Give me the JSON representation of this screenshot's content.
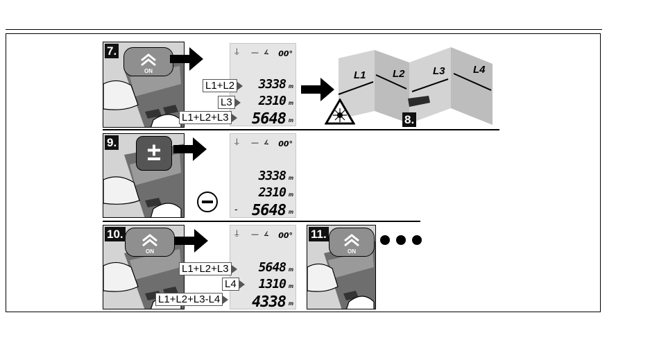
{
  "steps": {
    "s7": "7.",
    "s8": "8.",
    "s9": "9.",
    "s10": "10.",
    "s11": "11."
  },
  "buttons": {
    "on_label": "ON",
    "plus_minus": "±"
  },
  "display": {
    "unit": "m",
    "degree": "00°",
    "row1": {
      "values": [
        "3338",
        "2310",
        "5648"
      ],
      "tags": [
        "L1+L2",
        "L3",
        "L1+L2+L3"
      ]
    },
    "row2": {
      "values": [
        "3338",
        "2310",
        "5648"
      ],
      "minus_prefix": "-"
    },
    "row3": {
      "values": [
        "5648",
        "1310",
        "4338"
      ],
      "tags": [
        "L1+L2+L3",
        "L4",
        "L1+L2+L3-L4"
      ]
    }
  },
  "walls": {
    "labels": [
      "L1",
      "L2",
      "L3",
      "L4"
    ]
  },
  "icons": [
    "right-arrow-icon",
    "laser-warning-icon",
    "minus-circle-icon",
    "ellipsis-icon",
    "chevron-up-icon"
  ],
  "colors": {
    "button": "#8f8f8f",
    "tag_border": "#555555",
    "lcd": "#e5e5e5"
  }
}
